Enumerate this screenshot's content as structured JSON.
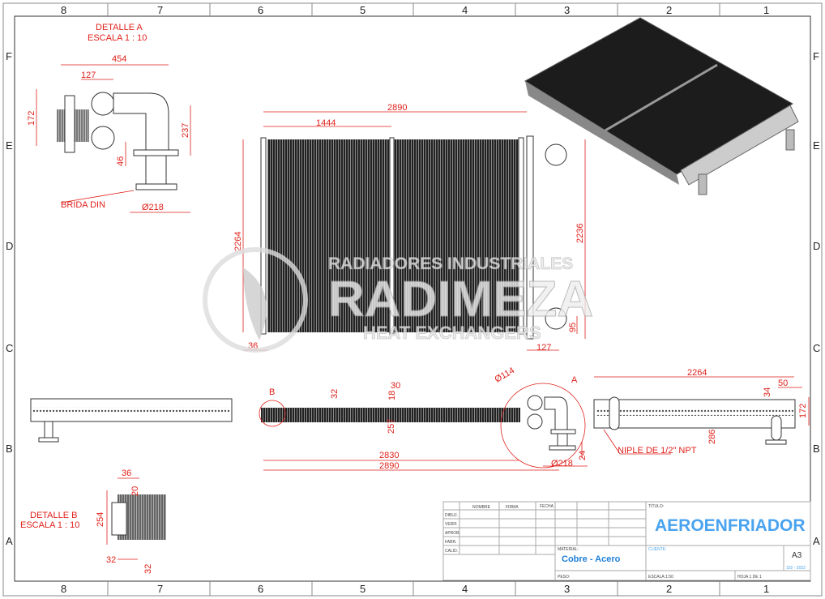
{
  "zones": {
    "cols": [
      "8",
      "7",
      "6",
      "5",
      "4",
      "3",
      "2",
      "1"
    ],
    "rows": [
      "F",
      "E",
      "D",
      "C",
      "B",
      "A"
    ]
  },
  "detail_a": {
    "title": "DETALLE A",
    "scale": "ESCALA 1 : 10",
    "dims": [
      "454",
      "127",
      "172",
      "237",
      "46",
      "Ø218"
    ],
    "callout": "BRIDA DIN"
  },
  "front_view": {
    "dims": [
      "2890",
      "1444",
      "2264",
      "2236",
      "36",
      "127",
      "95"
    ]
  },
  "bottom_view": {
    "dims": [
      "32",
      "30",
      "18",
      "257",
      "2830",
      "2890",
      "Ø114",
      "Ø218",
      "24"
    ],
    "label_b": "B",
    "label_a": "A"
  },
  "side_view": {
    "dims": [
      "2264",
      "50",
      "34",
      "172",
      "286"
    ],
    "callout": "NIPLE DE 1/2\" NPT"
  },
  "detail_b": {
    "title": "DETALLE B",
    "scale": "ESCALA 1 : 10",
    "dims": [
      "36",
      "20",
      "254",
      "32",
      "32"
    ]
  },
  "watermark": {
    "line1": "RADIADORES INDUSTRIALES",
    "brand": "RADIMEZA",
    "line3": "HEAT EXCHANGERS"
  },
  "title_block": {
    "headers": [
      "NOMBRE",
      "FIRMA",
      "FECHA"
    ],
    "rows": [
      "DIBUJ.",
      "VERIF.",
      "APROB.",
      "FABR.",
      "CALID."
    ],
    "titulo_label": "TÍTULO:",
    "title": "AEROENFRIADOR",
    "material_label": "MATERIAL:",
    "material": "Cobre - Acero",
    "cliente_label": "CLIENTE:",
    "size": "A3",
    "code": "102 - 2022",
    "peso_label": "PESO:",
    "escala": "ESCALA:1:50",
    "hoja": "HOJA 1 DE 1",
    "title_color": "#4aa3ef"
  }
}
